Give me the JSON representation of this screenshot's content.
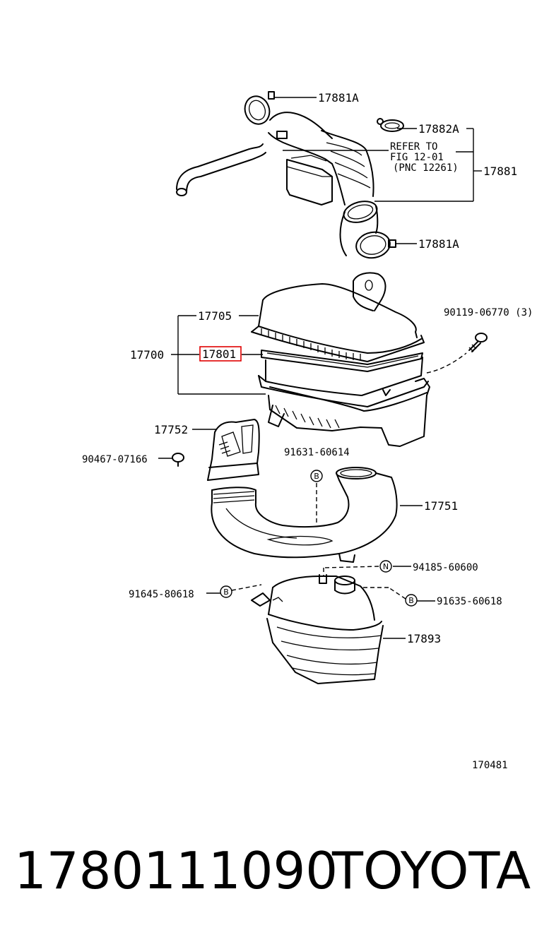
{
  "diagram": {
    "callouts": {
      "c17881A_top": "17881A",
      "c17882A": "17882A",
      "refer_line1": "REFER TO",
      "refer_line2": "FIG 12-01",
      "refer_line3": "(PNC 12261)",
      "c17881": "17881",
      "c17881A_bottom": "17881A",
      "c17705": "17705",
      "c90119": "90119-06770 (3)",
      "c17700": "17700",
      "c17801": "17801",
      "c17752": "17752",
      "c90467": "90467-07166",
      "c91631": "91631-60614",
      "c17751": "17751",
      "c94185": "94185-60600",
      "c91645": "91645-80618",
      "c91635": "91635-60618",
      "c17893": "17893",
      "c170481": "170481"
    },
    "symbols": {
      "b1": "B",
      "n1": "N",
      "b2": "B",
      "b3": "B"
    },
    "highlight_color": "#e00000"
  },
  "footer": {
    "part_number": "1780111090",
    "brand": "TOYOTA"
  }
}
